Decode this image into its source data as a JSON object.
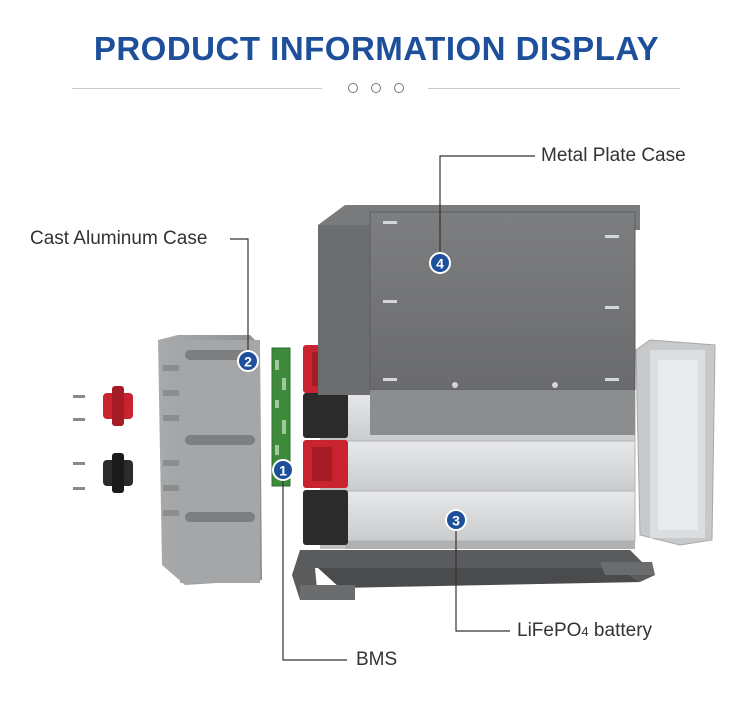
{
  "header": {
    "title": "PRODUCT INFORMATION DISPLAY"
  },
  "labels": {
    "metal_plate_case": "Metal Plate Case",
    "cast_aluminum_case": "Cast Aluminum Case",
    "lifepo_prefix": "LiFePO",
    "lifepo_sub": "4",
    "lifepo_suffix": " battery",
    "bms": "BMS"
  },
  "markers": {
    "m1": "1",
    "m2": "2",
    "m3": "3",
    "m4": "4"
  },
  "colors": {
    "accent": "#1d4f9a",
    "terminal_red": "#c8232f",
    "terminal_black": "#2b2b2b",
    "case_gray": "#9a9c9e",
    "pcb_green": "#3d8a3a"
  }
}
